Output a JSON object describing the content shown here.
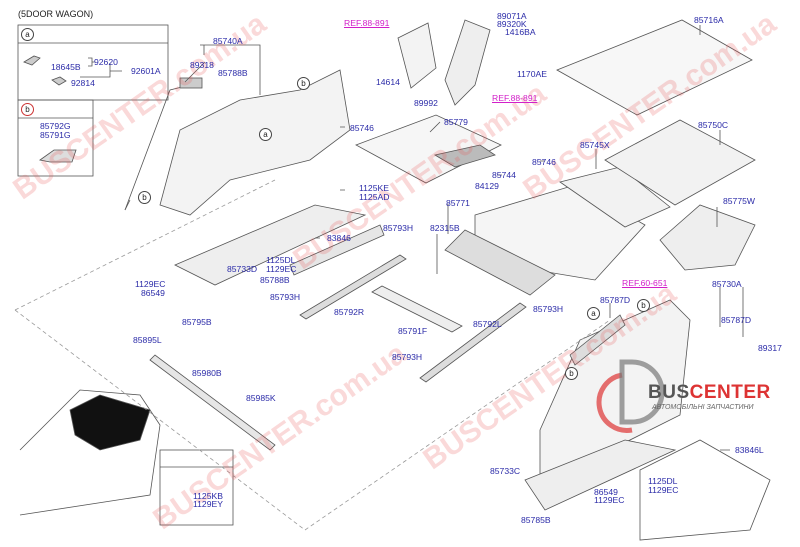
{
  "title": "(5DOOR WAGON)",
  "inset_a": {
    "marker": "a",
    "labels": [
      "18645B",
      "92620",
      "92601A",
      "92814"
    ]
  },
  "inset_b": {
    "marker": "b",
    "labels": [
      "85792G",
      "85791G"
    ]
  },
  "labels": {
    "l85740A": "85740A",
    "l89318": "89318",
    "l85788B_1": "85788B",
    "l85746_1": "85746",
    "l1125KE": "1125KE",
    "l1125AD": "1125AD",
    "l83846": "83846",
    "l1125DL_1": "1125DL",
    "l1129EC_1": "1129EC",
    "l85733D": "85733D",
    "l85793H_1": "85793H",
    "l85788B_2": "85788B",
    "l1129EC_2": "1129EC",
    "l86549_1": "86549",
    "l85793H_2": "85793H",
    "l85795B": "85795B",
    "l85792R": "85792R",
    "l85791F": "85791F",
    "l85895L": "85895L",
    "l85793H_3": "85793H",
    "l85980B": "85980B",
    "l85985K": "85985K",
    "l1125KB": "1125KB",
    "l1129EY": "1129EY",
    "l14614": "14614",
    "l89992": "89992",
    "l89071A": "89071A",
    "l89320K": "89320K",
    "l1416BA": "1416BA",
    "l1170AE": "1170AE",
    "l85779": "85779",
    "l85716A": "85716A",
    "l85750C": "85750C",
    "l85745X": "85745X",
    "l85746_2": "85746",
    "l85744": "85744",
    "l84129": "84129",
    "l85771": "85771",
    "l82315B": "82315B",
    "l85775W": "85775W",
    "l85730A": "85730A",
    "l85787D_1": "85787D",
    "l85787D_2": "85787D",
    "l85793H_4": "85793H",
    "l85792L": "85792L",
    "l89317": "89317",
    "l83846L": "83846L",
    "l85733C": "85733C",
    "l1125DL_2": "1125DL",
    "l1129EC_3": "1129EC",
    "l86549_2": "86549",
    "l1129EC_4": "1129EC",
    "l85785B": "85785B"
  },
  "refs": {
    "r1": "REF.88-891",
    "r2": "REF.88-891",
    "r3": "REF.60-651"
  },
  "markers": {
    "a": "a",
    "b": "b"
  },
  "logo": {
    "name_1": "BUS",
    "name_2": "CENTER",
    "subtitle": "АВТОМОБІЛЬНІ ЗАПЧАСТИНИ"
  },
  "watermark": "BUSCENTER.com.ua",
  "colors": {
    "label": "#2b2ba8",
    "ref": "#d21fc9",
    "line": "#444444"
  }
}
